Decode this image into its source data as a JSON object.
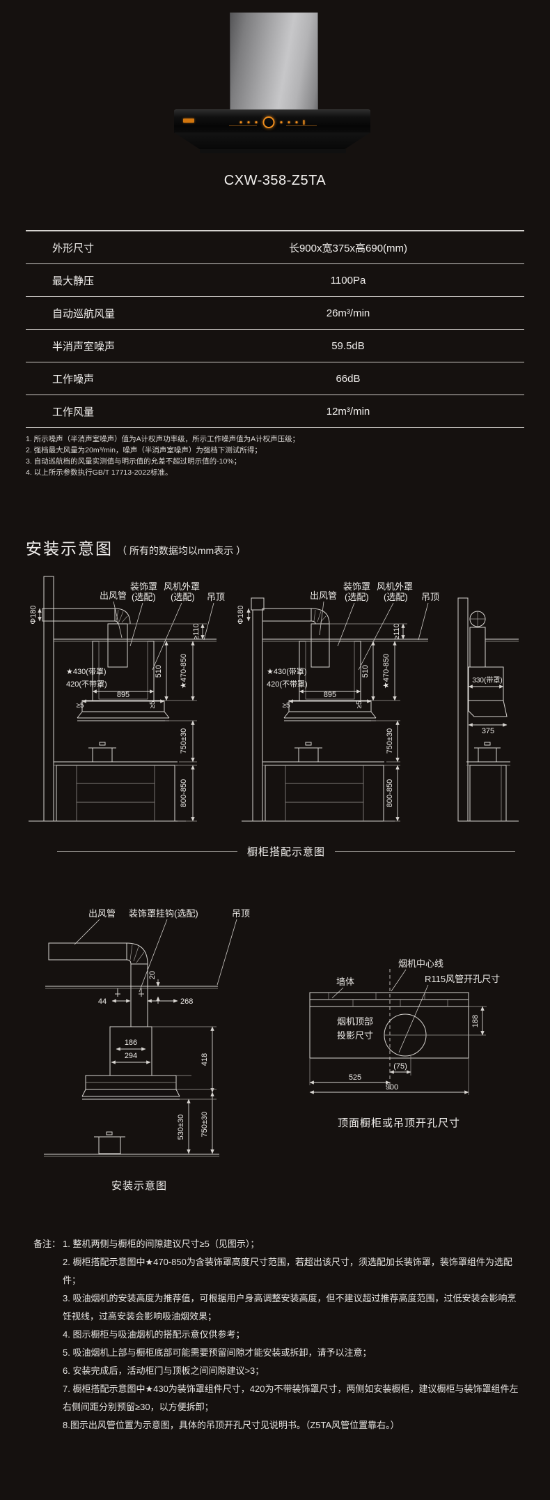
{
  "product": {
    "model": "CXW-358-Z5TA",
    "accent_color": "#ef8d1d"
  },
  "spec_table": {
    "rows": [
      {
        "label": "外形尺寸",
        "value": "长900x宽375x高690(mm)"
      },
      {
        "label": "最大静压",
        "value": "1100Pa"
      },
      {
        "label": "自动巡航风量",
        "value": "26m³/min"
      },
      {
        "label": "半消声室噪声",
        "value": "59.5dB"
      },
      {
        "label": "工作噪声",
        "value": "66dB"
      },
      {
        "label": "工作风量",
        "value": "12m³/min"
      }
    ]
  },
  "footnotes": [
    "1. 所示噪声（半消声室噪声）值为A计权声功率级，所示工作噪声值为A计权声压级；",
    "2. 强档最大风量为20m³/min，噪声（半消声室噪声）为强档下测试所得；",
    "3. 自动巡航档的风量实测值与明示值的允差不超过明示值的-10%；",
    "4. 以上所示参数执行GB/T 17713-2022标准。"
  ],
  "install": {
    "title": "安装示意图",
    "subtitle": "（ 所有的数据均以mm表示 ）",
    "cabinet_caption": "橱柜搭配示意图",
    "install_caption": "安装示意图",
    "cutout_caption": "顶面橱柜或吊顶开孔尺寸"
  },
  "diag_front": {
    "labels": {
      "outlet": "出风管",
      "deco1": "装饰罩",
      "deco2": "(选配)",
      "fan1": "风机外罩",
      "fan2": "(选配)",
      "ceiling": "吊顶"
    },
    "dims": {
      "dia": "Φ180",
      "w_cover": "★430(带罩)",
      "w_plain": "420(不带罩)",
      "w_hood": "895",
      "gap": "≥5",
      "h510": "510",
      "gap110": "≥110",
      "range": "★470-850",
      "h750": "750±30",
      "h800": "800-850"
    }
  },
  "diag_side": {
    "dims": {
      "d330": "330(带罩)",
      "d375": "375"
    }
  },
  "diag_install": {
    "labels": {
      "outlet": "出风管",
      "hook": "装饰罩挂钩(选配)",
      "ceiling": "吊顶"
    },
    "dims": {
      "d20": "20",
      "d44": "44",
      "d268": "268",
      "d186": "186",
      "d294": "294",
      "d418": "418",
      "d530": "530±30",
      "d750": "750±30"
    }
  },
  "diag_cutout": {
    "labels": {
      "center": "烟机中心线",
      "wall": "墙体",
      "hole": "R115风管开孔尺寸",
      "proj1": "烟机顶部",
      "proj2": "投影尺寸"
    },
    "dims": {
      "d188": "188",
      "d75": "(75)",
      "d525": "525",
      "d900": "900"
    }
  },
  "notes": {
    "label": "备注：",
    "items": [
      "1. 整机两侧与橱柜的间隙建议尺寸≥5（见图示）；",
      "2. 橱柜搭配示意图中★470-850为含装饰罩高度尺寸范围，若超出该尺寸，须选配加长装饰罩，装饰罩组件为选配件；",
      "3. 吸油烟机的安装高度为推荐值，可根据用户身高调整安装高度，但不建议超过推荐高度范围，过低安装会影响烹饪视线，过高安装会影响吸油烟效果；",
      "4. 图示橱柜与吸油烟机的搭配示意仅供参考；",
      "5. 吸油烟机上部与橱柜底部可能需要预留间隙才能安装或拆卸，请予以注意；",
      "6. 安装完成后，活动柜门与顶板之间间隙建议>3；",
      "7. 橱柜搭配示意图中★430为装饰罩组件尺寸，420为不带装饰罩尺寸，两侧如安装橱柜，建议橱柜与装饰罩组件左右侧间距分别预留≥30，以方便拆卸；",
      "8.图示出风管位置为示意图，具体的吊顶开孔尺寸见说明书。（Z5TA风管位置靠右。）"
    ]
  }
}
